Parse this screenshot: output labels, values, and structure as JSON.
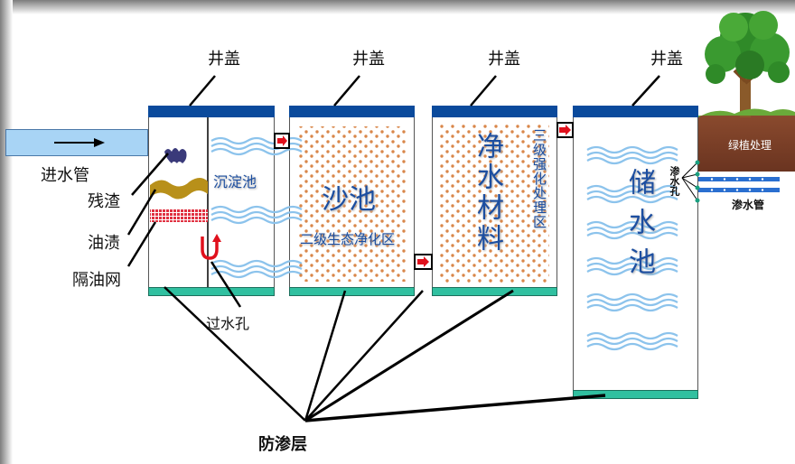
{
  "title": "雨水处理系统示意图",
  "labels": {
    "lid": "井盖",
    "inlet_pipe": "进水管",
    "residue": "残渣",
    "oil": "油渍",
    "oil_mesh": "隔油网",
    "sediment_tank": "沉淀池",
    "overflow_hole": "过水孔",
    "sand_pool": "沙池",
    "secondary_zone": "二级生态净化区",
    "purify_material": "净水材料",
    "tertiary_zone": "三级强化处理区",
    "storage_pool": "储水池",
    "seep_hole": "渗水孔",
    "green_treatment": "绿植处理",
    "seep_pipe": "渗水管",
    "impermeable_layer": "防渗层"
  },
  "colors": {
    "lid": "#0a4a9c",
    "base": "#30c0a0",
    "inlet_pipe": "#a8d4f5",
    "sand_dots": "#d9874a",
    "water_waves": "#8cc3ec",
    "flow_arrow": "#e0101c",
    "residue": "#3a3a7a",
    "oil": "#b8901a",
    "mesh": "#e03040",
    "text_blue": "#1c4ea0",
    "soil": "#7a3e26"
  }
}
